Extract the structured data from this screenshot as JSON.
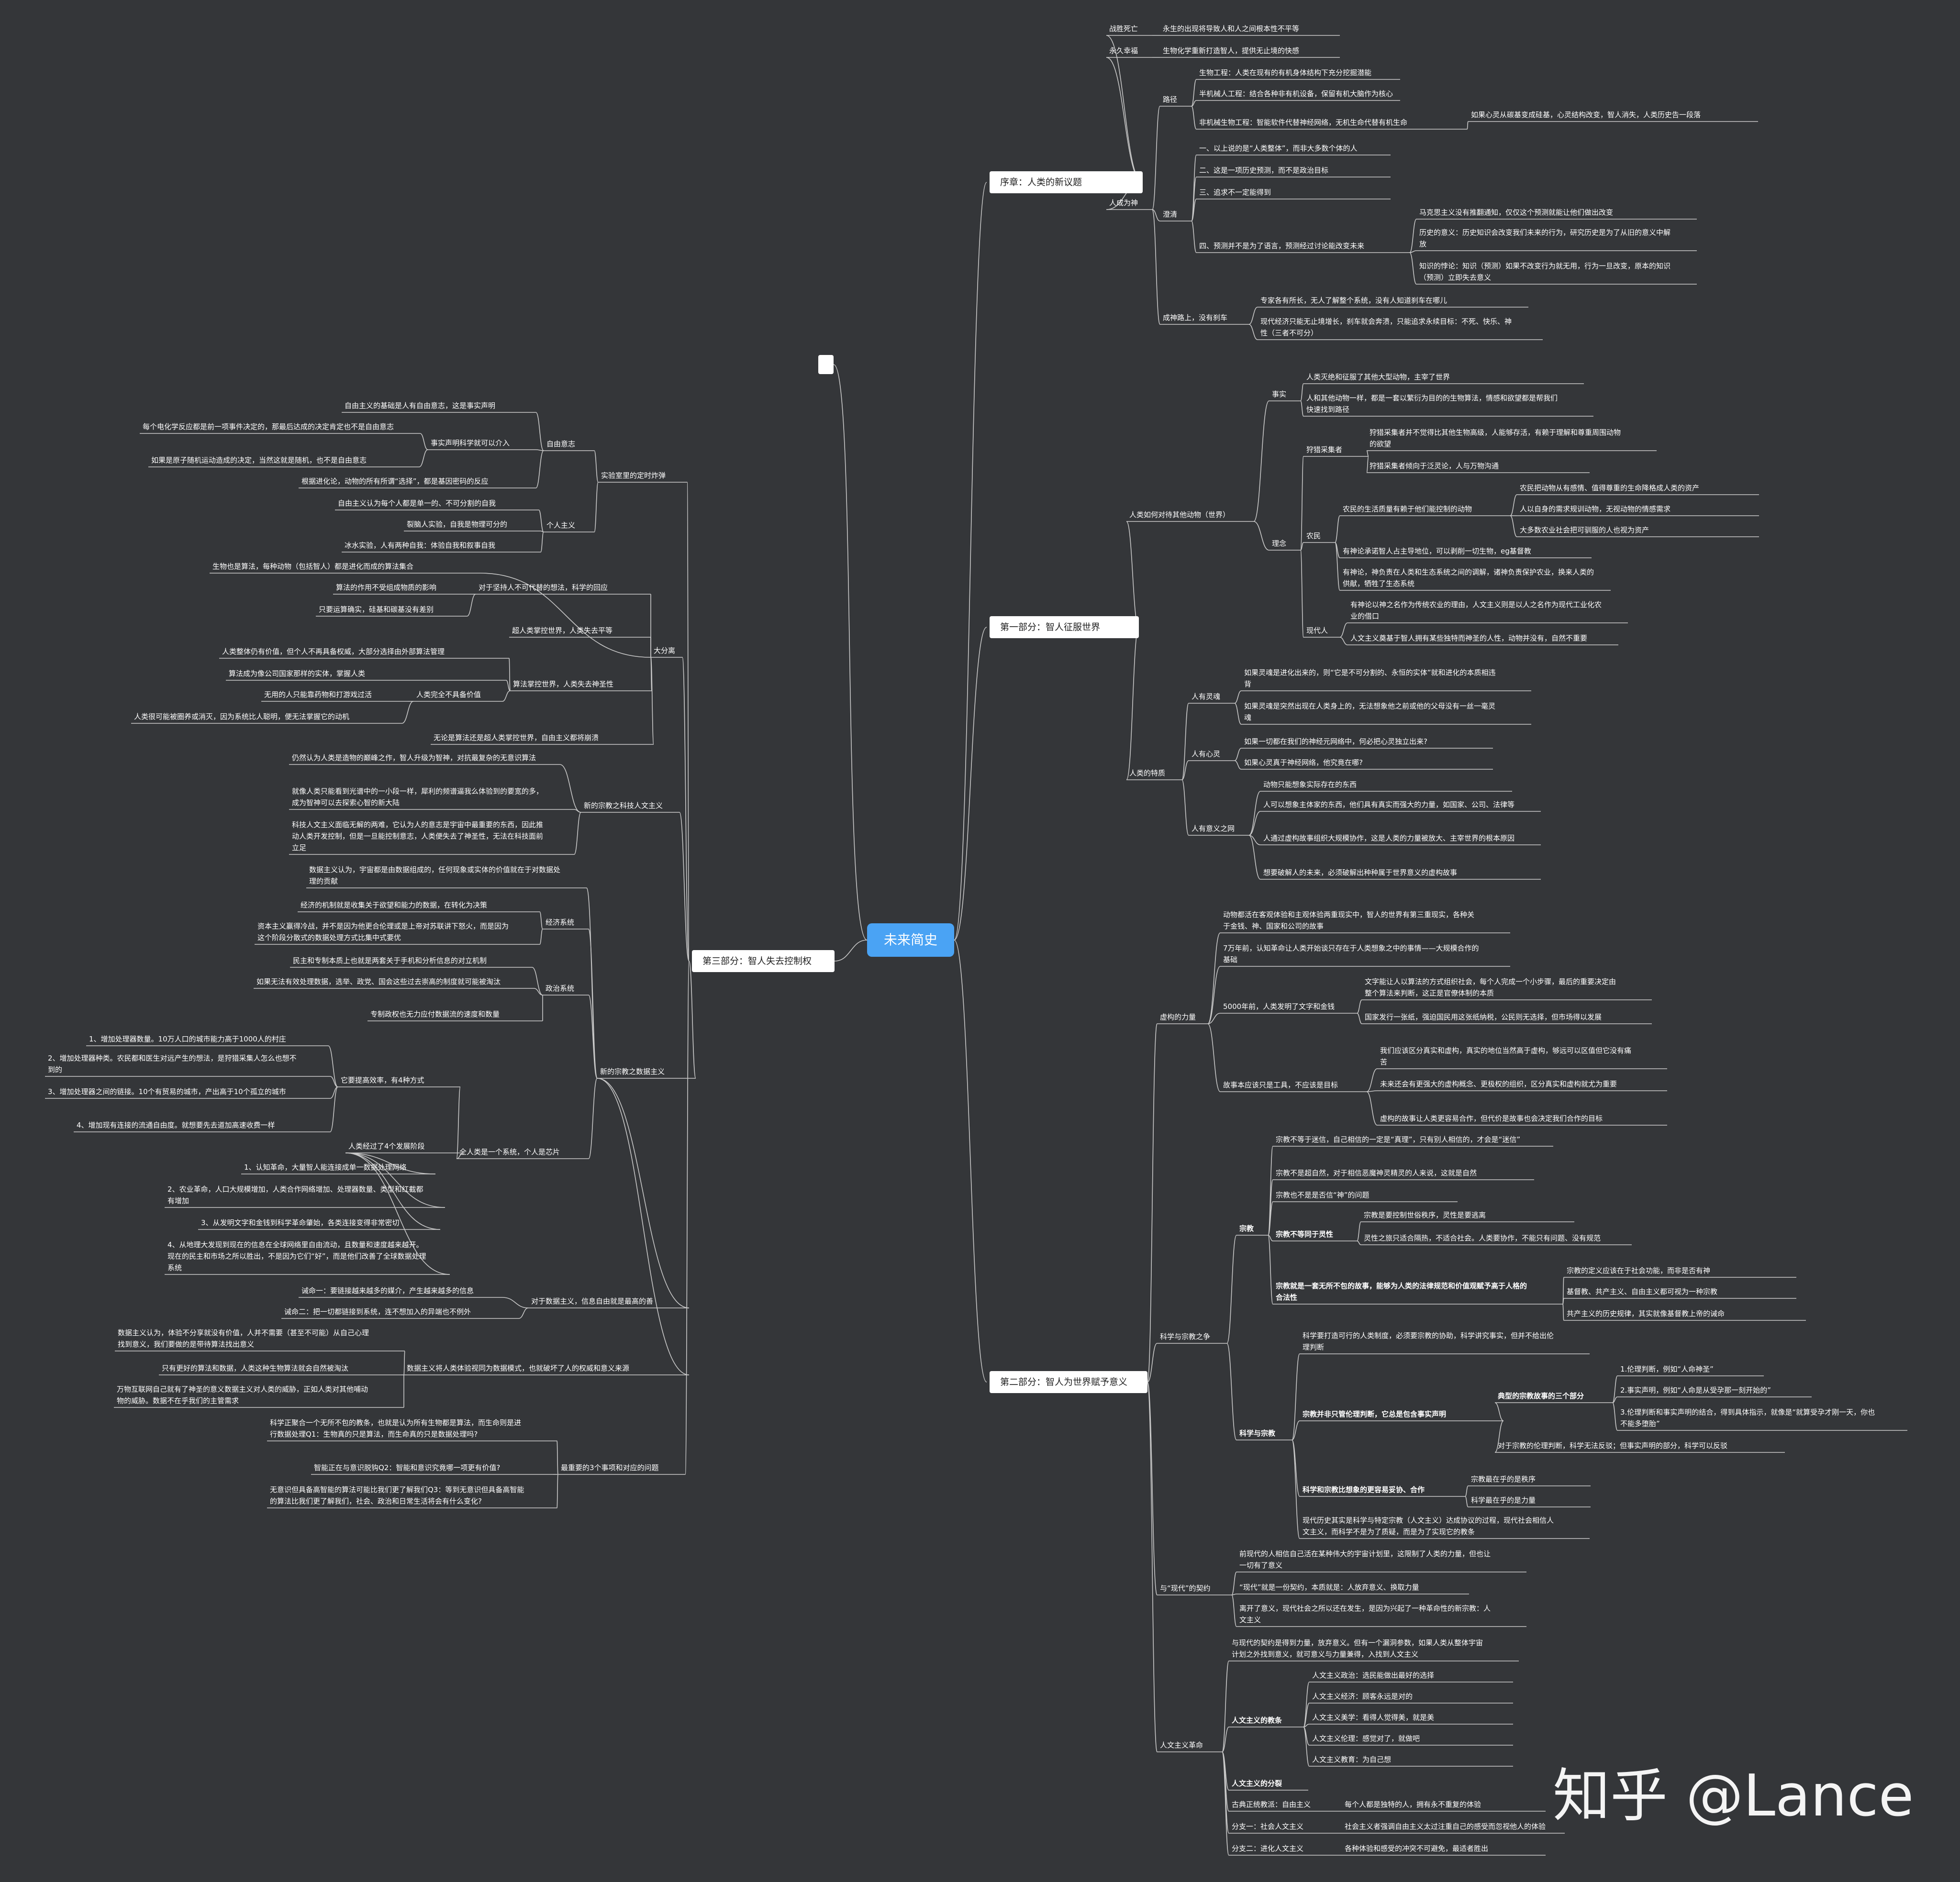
{
  "root": {
    "title": "未来简史"
  },
  "watermark": "知乎 @Lance",
  "colors": {
    "background": "#343639",
    "line": "#c9c9c9",
    "root": "#4aa3f4"
  },
  "nodes": [
    {
      "id": "r_pre",
      "t": "序章：人类的新议题"
    },
    {
      "id": "r_p1",
      "t": "第一部分：智人征服世界"
    },
    {
      "id": "r_p2",
      "t": "第二部分：智人为世界赋予意义"
    },
    {
      "id": "r_p3",
      "t": "第三部分：智人失去控制权"
    },
    {
      "id": "pre_a",
      "t": "战胜死亡"
    },
    {
      "id": "pre_a1",
      "t": "永生的出现将导致人和人之间根本性不平等"
    },
    {
      "id": "pre_b",
      "t": "永久幸福"
    },
    {
      "id": "pre_b1",
      "t": "生物化学重新打造智人，提供无止境的快感"
    },
    {
      "id": "pre_c",
      "t": "人成为神"
    },
    {
      "id": "pre_c1",
      "t": "路径"
    },
    {
      "id": "pre_c1a",
      "t": "生物工程：人类在现有的有机身体结构下充分挖掘潜能"
    },
    {
      "id": "pre_c1b",
      "t": "半机械人工程：结合各种非有机设备，保留有机大脑作为核心"
    },
    {
      "id": "pre_c1c",
      "t": "非机械生物工程：智能软件代替神经网络，无机生命代替有机生命"
    },
    {
      "id": "pre_c1c1",
      "t": "如果心灵从碳基变成硅基，心灵结构改变，智人消失，人类历史告一段落"
    },
    {
      "id": "pre_c2",
      "t": "澄清"
    },
    {
      "id": "pre_c2a",
      "t": "一、以上说的是“人类整体”，而非大多数个体的人"
    },
    {
      "id": "pre_c2b",
      "t": "二、这是一项历史预测，而不是政治目标"
    },
    {
      "id": "pre_c2c",
      "t": "三、追求不一定能得到"
    },
    {
      "id": "pre_c2d",
      "t": "四、预测并不是为了语言，预测经过讨论能改变未来"
    },
    {
      "id": "pre_c2d1",
      "t": "马克思主义没有推翻通知，仅仅这个预测就能让他们做出改变"
    },
    {
      "id": "pre_c2d2",
      "t": "历史的意义：历史知识会改变我们未来的行为，研究历史是为了从旧的意义中解\n放"
    },
    {
      "id": "pre_c2d3",
      "t": "知识的悖论：知识（预测）如果不改变行为就无用，行为一旦改变，原本的知识\n（预测）立即失去意义"
    },
    {
      "id": "pre_c3",
      "t": "成神路上，没有刹车"
    },
    {
      "id": "pre_c3a",
      "t": "专家各有所长，无人了解整个系统，没有人知道刹车在哪儿"
    },
    {
      "id": "pre_c3b",
      "t": "现代经济只能无止境增长，刹车就会奔溃，只能追求永续目标：不死、快乐、神\n性（三者不可分）"
    },
    {
      "id": "p1_a",
      "t": "人类如何对待其他动物（世界）"
    },
    {
      "id": "p1_a1",
      "t": "事实"
    },
    {
      "id": "p1_a1a",
      "t": "人类灭绝和征服了其他大型动物，主宰了世界"
    },
    {
      "id": "p1_a1b",
      "t": "人和其他动物一样，都是一套以繁衍为目的的生物算法，情感和欲望都是帮我们\n快速找到路径"
    },
    {
      "id": "p1_a2",
      "t": "理念"
    },
    {
      "id": "p1_a2a",
      "t": "狩猎采集者"
    },
    {
      "id": "p1_a2a1",
      "t": "狩猎采集者并不觉得比其他生物高级，人能够存活，有赖于理解和尊重周围动物\n的欲望"
    },
    {
      "id": "p1_a2a2",
      "t": "狩猎采集者倾向于泛灵论，人与万物沟通"
    },
    {
      "id": "p1_a2b",
      "t": "农民"
    },
    {
      "id": "p1_a2b1",
      "t": "农民的生活质量有赖于他们能控制的动物"
    },
    {
      "id": "p1_a2b1a",
      "t": "农民把动物从有感情、值得尊重的生命降格成人类的资产"
    },
    {
      "id": "p1_a2b1b",
      "t": "人以自身的需求规训动物，无视动物的情感需求"
    },
    {
      "id": "p1_a2b1c",
      "t": "大多数农业社会把可驯服的人也视为资产"
    },
    {
      "id": "p1_a2b2",
      "t": "有神论承诺智人占主导地位，可以剥削一切生物，eg基督教"
    },
    {
      "id": "p1_a2b3",
      "t": "有神论，神负责在人类和生态系统之间的调解，诸神负责保护农业，换来人类的\n供献，牺牲了生态系统"
    },
    {
      "id": "p1_a2c",
      "t": "现代人"
    },
    {
      "id": "p1_a2c1",
      "t": "有神论以神之名作为传统农业的理由，人文主义则是以人之名作为现代工业化农\n业的借口"
    },
    {
      "id": "p1_a2c2",
      "t": "人文主义奠基于智人拥有某些独特而神圣的人性，动物并没有，自然不重要"
    },
    {
      "id": "p1_b",
      "t": "人类的特质"
    },
    {
      "id": "p1_b1",
      "t": "人有灵魂"
    },
    {
      "id": "p1_b1a",
      "t": "如果灵魂是进化出来的，则“它是不可分割的、永恒的实体”就和进化的本质相违\n背"
    },
    {
      "id": "p1_b1b",
      "t": "如果灵魂是突然出现在人类身上的，无法想象他之前或他的父母没有一丝一毫灵\n魂"
    },
    {
      "id": "p1_b2",
      "t": "人有心灵"
    },
    {
      "id": "p1_b2a",
      "t": "如果一切都在我们的神经元网络中，何必把心灵独立出来?"
    },
    {
      "id": "p1_b2b",
      "t": "如果心灵真于神经网络，他究竟在哪?"
    },
    {
      "id": "p1_b3",
      "t": "人有意义之网"
    },
    {
      "id": "p1_b3a",
      "t": "动物只能想象实际存在的东西"
    },
    {
      "id": "p1_b3b",
      "t": "人可以想象主体家的东西，他们具有真实而强大的力量，如国家、公司、法律等"
    },
    {
      "id": "p1_b3c",
      "t": "人通过虚构故事组织大规模协作，这是人类的力量被放大、主宰世界的根本原因"
    },
    {
      "id": "p1_b3d",
      "t": "想要破解人的未来，必须破解出种种属于世界意义的虚构故事"
    },
    {
      "id": "p2_a",
      "t": "虚构的力量"
    },
    {
      "id": "p2_a1",
      "t": "动物都活在客观体验和主观体验两重现实中，智人的世界有第三重现实，各种关\n于金钱、神、国家和公司的故事"
    },
    {
      "id": "p2_a2",
      "t": "7万年前，认知革命让人类开始谈只存在于人类想象之中的事情——大规模合作的\n基础"
    },
    {
      "id": "p2_a3",
      "t": "5000年前，人类发明了文字和金钱"
    },
    {
      "id": "p2_a3a",
      "t": "文字能让人以算法的方式组织社会，每个人完成一个小步骤，最后的重要决定由\n整个算法来判断，这正是官僚体制的本质"
    },
    {
      "id": "p2_a3b",
      "t": "国家发行一张纸，强迫国民用这张纸纳税，公民则无选择，但市场得以发展"
    },
    {
      "id": "p2_a4",
      "t": "故事本应该只是工具，不应该是目标"
    },
    {
      "id": "p2_a4a",
      "t": "我们应该区分真实和虚构，真实的地位当然高于虚构，够远可以区值但它没有痛\n苦"
    },
    {
      "id": "p2_a4b",
      "t": "未来还会有更强大的虚构概念、更极权的组织，区分真实和虚构就尤为重要"
    },
    {
      "id": "p2_a4c",
      "t": "虚构的故事让人类更容易合作，但代价是故事也会决定我们合作的目标"
    },
    {
      "id": "p2_b",
      "t": "科学与宗教之争"
    },
    {
      "id": "p2_b1",
      "t": "宗教"
    },
    {
      "id": "p2_b1a",
      "t": "宗教不等于迷信，自己相信的一定是“真理”，只有别人相信的，才会是“迷信”"
    },
    {
      "id": "p2_b1b",
      "t": "宗教不是超自然，对于相信恶魔神灵精灵的人来说，这就是自然"
    },
    {
      "id": "p2_b1c",
      "t": "宗教也不是是否信“神”的问题"
    },
    {
      "id": "p2_b1d",
      "t": "宗教不等同于灵性"
    },
    {
      "id": "p2_b1d1",
      "t": "宗教是要控制世俗秩序，灵性是要逃离"
    },
    {
      "id": "p2_b1d2",
      "t": "灵性之旅只适合隔热，不适合社会。人类要协作，不能只有问题、没有规范"
    },
    {
      "id": "p2_b1e",
      "t": "宗教就是一套无所不包的故事，能够为人类的法律规范和价值观赋予高于人格的\n合法性"
    },
    {
      "id": "p2_b1e1",
      "t": "宗教的定义应该在于社会功能，而非是否有神"
    },
    {
      "id": "p2_b1e2",
      "t": "基督教、共产主义、自由主义都可视为一种宗教"
    },
    {
      "id": "p2_b1e3",
      "t": "共产主义的历史规律，其实就像基督教上帝的诫命"
    },
    {
      "id": "p2_b2",
      "t": "科学与宗教"
    },
    {
      "id": "p2_b2a",
      "t": "科学要打造可行的人类制度，必须要宗教的协助，科学讲究事实，但并不给出伦\n理判断"
    },
    {
      "id": "p2_b2b",
      "t": "宗教并非只管伦理判断，它总是包含事实声明"
    },
    {
      "id": "p2_b2b1",
      "t": "典型的宗教故事的三个部分"
    },
    {
      "id": "p2_b2b1a",
      "t": "1.伦理判断，例如“人命神圣”"
    },
    {
      "id": "p2_b2b1b",
      "t": "2.事实声明，例如“人命是从受孕那一刻开始的”"
    },
    {
      "id": "p2_b2b1c",
      "t": "3.伦理判断和事实声明的结合，得到具体指示，就像是“就算受孕才刚一天，你也\n不能多堕胎”"
    },
    {
      "id": "p2_b2b2",
      "t": "对于宗教的伦理判断，科学无法反驳；但事实声明的部分，科学可以反驳"
    },
    {
      "id": "p2_b2c",
      "t": "科学和宗教比想象的更容易妥协、合作"
    },
    {
      "id": "p2_b2c1",
      "t": "宗教最在乎的是秩序"
    },
    {
      "id": "p2_b2c2",
      "t": "科学最在乎的是力量"
    },
    {
      "id": "p2_b2d",
      "t": "现代历史其实是科学与特定宗教（人文主义）达成协议的过程，现代社会相信人\n文主义，而科学不是为了质疑，而是为了实现它的教条"
    },
    {
      "id": "p2_c",
      "t": "与“现代”的契约"
    },
    {
      "id": "p2_c1",
      "t": "前现代的人相信自己活在某种伟大的宇宙计划里，这限制了人类的力量，但也让\n一切有了意义"
    },
    {
      "id": "p2_c2",
      "t": "“现代”就是一份契约，本质就是：人放弃意义、换取力量"
    },
    {
      "id": "p2_c3",
      "t": "离开了意义，现代社会之所以还在发生，是因为兴起了一种革命性的新宗教：人\n文主义"
    },
    {
      "id": "p2_d",
      "t": "人文主义革命"
    },
    {
      "id": "p2_d1",
      "t": "与现代的契约是得到力量，放弃意义。但有一个漏洞参数，如果人类从整体宇宙\n计划之外找到意义，就可意义与力量兼得，入找到人文主义"
    },
    {
      "id": "p2_d2",
      "t": "人文主义的教条"
    },
    {
      "id": "p2_d2a",
      "t": "人文主义政治：选民能做出最好的选择"
    },
    {
      "id": "p2_d2b",
      "t": "人文主义经济：顾客永远是对的"
    },
    {
      "id": "p2_d2c",
      "t": "人文主义美学：看得人觉得美，就是美"
    },
    {
      "id": "p2_d2d",
      "t": "人文主义伦理：感觉对了，就做吧"
    },
    {
      "id": "p2_d2e",
      "t": "人文主义教育：为自己想"
    },
    {
      "id": "p2_d3",
      "t": "人文主义的分裂"
    },
    {
      "id": "p2_d3a",
      "t": "古典正统教派：自由主义"
    },
    {
      "id": "p2_d3a1",
      "t": "每个人都是独特的人，拥有永不重复的体验"
    },
    {
      "id": "p2_d3b",
      "t": "分支一：社会人文主义"
    },
    {
      "id": "p2_d3b1",
      "t": "社会主义者强调自由主义太过注重自己的感受而忽视他人的体验"
    },
    {
      "id": "p2_d3c",
      "t": "分支二：进化人文主义"
    },
    {
      "id": "p2_d3c1",
      "t": "各种体验和感受的冲突不可避免，最适者胜出"
    },
    {
      "id": "p3_a",
      "t": "实验室里的定时炸弹"
    },
    {
      "id": "p3_a1",
      "t": "自由意志"
    },
    {
      "id": "p3_a1a",
      "t": "自由主义的基础是人有自由意志，这是事实声明"
    },
    {
      "id": "p3_a1b",
      "t": "事实声明科学就可以介入"
    },
    {
      "id": "p3_a1b1",
      "t": "每个电化学反应都是前一项事件决定的，那最后达成的决定肯定也不是自由意志"
    },
    {
      "id": "p3_a1b2",
      "t": "如果是原子随机运动造成的决定，当然这就是随机，也不是自由意志"
    },
    {
      "id": "p3_a1c",
      "t": "根据进化论，动物的所有所谓“选择”，都是基因密码的反应"
    },
    {
      "id": "p3_a2",
      "t": "个人主义"
    },
    {
      "id": "p3_a2a",
      "t": "自由主义认为每个人都是单一的、不可分割的自我"
    },
    {
      "id": "p3_a2b",
      "t": "裂脑人实验，自我是物理可分的"
    },
    {
      "id": "p3_a2c",
      "t": "冰水实验，人有两种自我：体验自我和叙事自我"
    },
    {
      "id": "p3_b",
      "t": "大分离"
    },
    {
      "id": "p3_b0",
      "t": "生物也是算法，每种动物（包括智人）都是进化而成的算法集合"
    },
    {
      "id": "p3_b1",
      "t": "对于坚持人不可代替的想法，科学的回应"
    },
    {
      "id": "p3_b1a",
      "t": "算法的作用不受组成物质的影响"
    },
    {
      "id": "p3_b1b",
      "t": "只要运算确实，硅基和碳基没有差别"
    },
    {
      "id": "p3_b2",
      "t": "超人类掌控世界，人类失去平等"
    },
    {
      "id": "p3_b3",
      "t": "算法掌控世界，人类失去神圣性"
    },
    {
      "id": "p3_b3a",
      "t": "人类整体仍有价值，但个人不再具备权威，大部分选择由外部算法管理"
    },
    {
      "id": "p3_b3b",
      "t": "算法成为像公司国家那样的实体，掌握人类"
    },
    {
      "id": "p3_b3c",
      "t": "人类完全不具备价值"
    },
    {
      "id": "p3_b3c1",
      "t": "无用的人只能靠药物和打游戏过活"
    },
    {
      "id": "p3_b3c2",
      "t": "人类很可能被圈养或消灭，因为系统比人聪明，便无法掌握它的动机"
    },
    {
      "id": "p3_b4",
      "t": "无论是算法还是超人类掌控世界，自由主义都将崩溃"
    },
    {
      "id": "p3_c",
      "t": "新的宗教之科技人文主义"
    },
    {
      "id": "p3_c1",
      "t": "仍然认为人类是造物的巅峰之作，智人升级为智神，对抗最复杂的无意识算法"
    },
    {
      "id": "p3_c2",
      "t": "就像人类只能看到光谱中的一小段一样，犀利的频谱逼我么体验到的要宽的多，\n成为智神可以去探索心智的新大陆"
    },
    {
      "id": "p3_c3",
      "t": "科技人文主义面临无解的两难，它认为人的意志是宇宙中最重要的东西，因此推\n动人类开发控制，但是一旦能控制意志，人类便失去了神圣性，无法在科技面前\n立足"
    },
    {
      "id": "p3_d",
      "t": "新的宗教之数据主义"
    },
    {
      "id": "p3_d1",
      "t": "数据主义认为，宇宙都是由数据组成的，任何现象或实体的价值就在于对数据处\n理的贡献"
    },
    {
      "id": "p3_d2",
      "t": "经济系统"
    },
    {
      "id": "p3_d2a",
      "t": "经济的机制就是收集关于欲望和能力的数据，在转化为决策"
    },
    {
      "id": "p3_d2b",
      "t": "资本主义赢得冷战，并不是因为他更合伦理或是上帝对苏联讲下怒火，而是因为\n这个阶段分散式的数据处理方式比集中式要优"
    },
    {
      "id": "p3_d3",
      "t": "政治系统"
    },
    {
      "id": "p3_d3a",
      "t": "民主和专制本质上也就是两套关于手机和分析信息的对立机制"
    },
    {
      "id": "p3_d3b",
      "t": "如果无法有效处理数据，选举、政党、国会这些过去崇高的制度就可能被淘汰"
    },
    {
      "id": "p3_d3c",
      "t": "专制政权也无力应付数据流的速度和数量"
    },
    {
      "id": "p3_d4",
      "t": "全人类是一个系统，个人是芯片"
    },
    {
      "id": "p3_d4a",
      "t": "它要提高效率，有4种方式"
    },
    {
      "id": "p3_d4a1",
      "t": "1、增加处理器数量。10万人口的城市能力高于1000人的村庄"
    },
    {
      "id": "p3_d4a2",
      "t": "2、增加处理器种类。农民都和医生对远产生的想法，是狩猎采集人怎么也想不\n到的"
    },
    {
      "id": "p3_d4a3",
      "t": "3、增加处理器之间的链接。10个有贸易的城市，产出高于10个孤立的城市"
    },
    {
      "id": "p3_d4a4",
      "t": "4、增加现有连接的流通自由度。就想要先去道加高速收费一样"
    },
    {
      "id": "p3_d4b",
      "t": "人类经过了4个发展阶段"
    },
    {
      "id": "p3_d4b1",
      "t": "1、认知革命，大量智人能连接成单一数据处理网络"
    },
    {
      "id": "p3_d4b2",
      "t": "2、农业革命，人口大规模增加，人类合作网络增加、处理器数量、类型和红截都\n有增加"
    },
    {
      "id": "p3_d4b3",
      "t": "3、从发明文字和金钱到科学革命肇始，各类连接变得非常密切"
    },
    {
      "id": "p3_d4b4",
      "t": "4、从地理大发现到现在的信息在全球网络里自由流动，且数量和速度越来越开。\n现在的民主和市场之所以胜出，不是因为它们“好”，而是他们改善了全球数据处理\n系统"
    },
    {
      "id": "p3_d5",
      "t": "对于数据主义，信息自由就是最高的善"
    },
    {
      "id": "p3_d5a",
      "t": "诫命一：要链接越来越多的媒介，产生越来越多的信息"
    },
    {
      "id": "p3_d5b",
      "t": "诫命二：把一切都链接到系统，连不想加入的异端也不例外"
    },
    {
      "id": "p3_d6",
      "t": "数据主义将人类体验视同为数据模式，也就破坏了人的权威和意义来源"
    },
    {
      "id": "p3_d6a",
      "t": "数据主义认为，体验不分享就没有价值，人并不需要（甚至不可能）从自己心理\n找到意义，我们要做的是带待算法找出意义"
    },
    {
      "id": "p3_d6b",
      "t": "只有更好的算法和数据，人类这种生物算法就会自然被淘汰"
    },
    {
      "id": "p3_d6c",
      "t": "万物互联网自己就有了神圣的意义数据主义对人类的威胁，正如人类对其他哺动\n物的威胁。数据不在乎我们的主管需求"
    },
    {
      "id": "p3_e",
      "t": "最重要的3个事项和对应的问题"
    },
    {
      "id": "p3_e1",
      "t": "科学正聚合一个无所不包的教条，也就是认为所有生物都是算法，而生命则是进\n行数据处理Q1：生物真的只是算法，而生命真的只是数据处理吗?"
    },
    {
      "id": "p3_e2",
      "t": "智能正在与意识脱钩Q2：智能和意识究竟哪一项更有价值?"
    },
    {
      "id": "p3_e3",
      "t": "无意识但具备高智能的算法可能比我们更了解我们Q3：等到无意识但具备高智能\n的算法比我们更了解我们，社会、政治和日常生活将会有什么变化?"
    }
  ]
}
